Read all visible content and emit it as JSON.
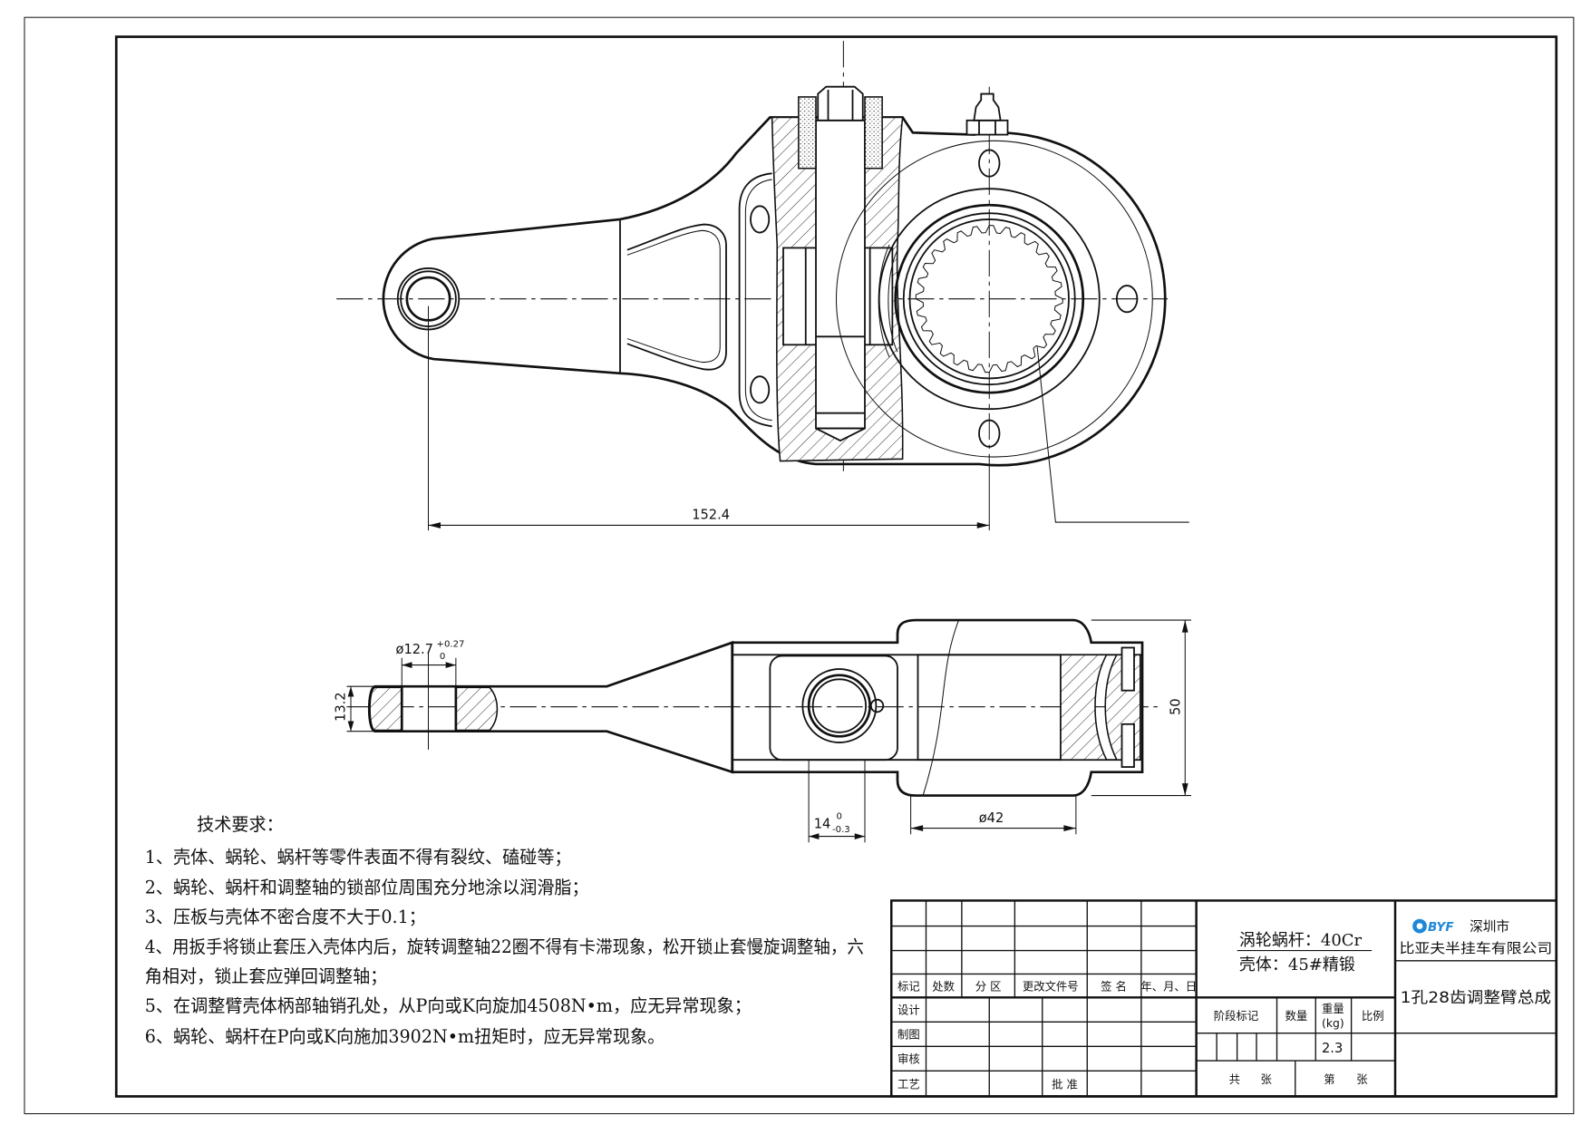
{
  "dimensions": {
    "center_distance": "152.4",
    "pin_hole_dia": "ø12.7",
    "pin_hole_tol_upper": "+0.27",
    "pin_hole_tol_lower": "0",
    "thickness": "13.2",
    "width": "14",
    "width_tol_upper": "0",
    "width_tol_lower": "-0.3",
    "hub_dia": "ø42",
    "overall_width": "50"
  },
  "notes": {
    "title": "技术要求：",
    "items": [
      "1、壳体、蜗轮、蜗杆等零件表面不得有裂纹、磕碰等；",
      "2、蜗轮、蜗杆和调整轴的锁部位周围充分地涂以润滑脂；",
      "3、压板与壳体不密合度不大于0.1；",
      "4、用扳手将锁止套压入壳体内后，旋转调整轴22圈不得有卡滞现象，松开锁止套慢旋调整轴，六",
      "角相对，锁止套应弹回调整轴；",
      "5、在调整臂壳体柄部轴销孔处，从P向或K向旋加4508N•m，应无异常现象；",
      "6、蜗轮、蜗杆在P向或K向施加3902N•m扭矩时，应无异常现象。"
    ]
  },
  "title_block": {
    "header": [
      "标记",
      "处数",
      "分 区",
      "更改文件号",
      "签 名",
      "年、月、日"
    ],
    "roles": [
      "设计",
      "制图",
      "审核",
      "工艺"
    ],
    "approve": "批 准",
    "material_1": "涡轮蜗杆：40Cr",
    "material_2": "壳体：45#精锻",
    "stage_mark": "阶段标记",
    "quantity": "数量",
    "weight": "重量",
    "weight_unit": "(kg)",
    "scale": "比例",
    "weight_value": "2.3",
    "total": "共",
    "sheet": "张",
    "nth": "第",
    "sheet2": "张",
    "logo": "BYF",
    "city": "深圳市",
    "company": "比亚夫半挂车有限公司",
    "drawing_title": "1孔28齿调整臂总成"
  },
  "chart_data": {
    "spline_teeth": 28
  },
  "colors": {
    "line": "#111111",
    "logo": "#1e88d8"
  }
}
